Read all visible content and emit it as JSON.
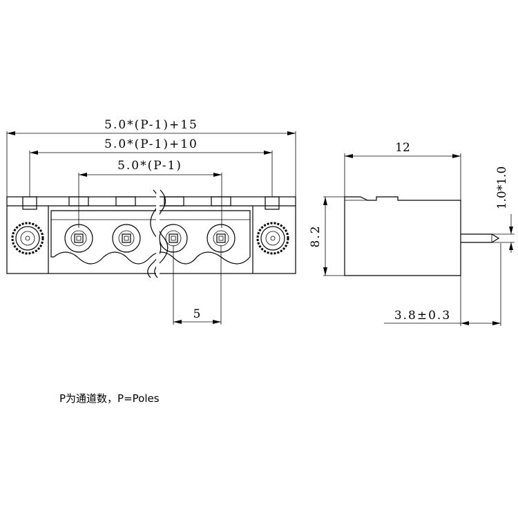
{
  "front_view": {
    "dim_overall": "5.0*(P-1)+15",
    "dim_middle": "5.0*(P-1)+10",
    "dim_inner": "5.0*(P-1)",
    "dim_pitch": "5"
  },
  "side_view": {
    "dim_depth": "12",
    "dim_height": "8.2",
    "dim_pin": "1.0*1.0",
    "dim_pin_length": "3.8±0.3"
  },
  "note": "P为通道数，P=Poles"
}
